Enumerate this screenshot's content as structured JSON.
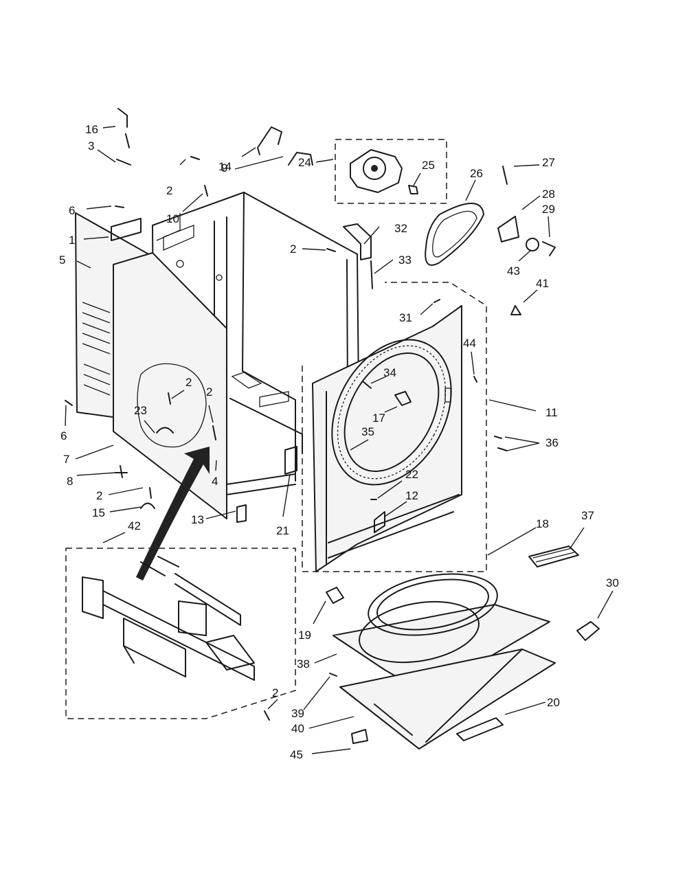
{
  "callouts": [
    {
      "id": "c16",
      "text": "16"
    },
    {
      "id": "c3",
      "text": "3"
    },
    {
      "id": "c14",
      "text": "14"
    },
    {
      "id": "c9",
      "text": "9"
    },
    {
      "id": "c24",
      "text": "24"
    },
    {
      "id": "c25",
      "text": "25"
    },
    {
      "id": "c26",
      "text": "26"
    },
    {
      "id": "c27",
      "text": "27"
    },
    {
      "id": "c28",
      "text": "28"
    },
    {
      "id": "c29",
      "text": "29"
    },
    {
      "id": "c43",
      "text": "43"
    },
    {
      "id": "c41",
      "text": "41"
    },
    {
      "id": "c2a",
      "text": "2"
    },
    {
      "id": "c10",
      "text": "10"
    },
    {
      "id": "c6a",
      "text": "6"
    },
    {
      "id": "c1",
      "text": "1"
    },
    {
      "id": "c5",
      "text": "5"
    },
    {
      "id": "c2b",
      "text": "2"
    },
    {
      "id": "c32",
      "text": "32"
    },
    {
      "id": "c33",
      "text": "33"
    },
    {
      "id": "c31",
      "text": "31"
    },
    {
      "id": "c44",
      "text": "44"
    },
    {
      "id": "c11",
      "text": "11"
    },
    {
      "id": "c34",
      "text": "34"
    },
    {
      "id": "c17",
      "text": "17"
    },
    {
      "id": "c35",
      "text": "35"
    },
    {
      "id": "c36",
      "text": "36"
    },
    {
      "id": "c22",
      "text": "22"
    },
    {
      "id": "c12",
      "text": "12"
    },
    {
      "id": "c23",
      "text": "23"
    },
    {
      "id": "c2c",
      "text": "2"
    },
    {
      "id": "c2d",
      "text": "2"
    },
    {
      "id": "c6b",
      "text": "6"
    },
    {
      "id": "c7",
      "text": "7"
    },
    {
      "id": "c4",
      "text": "4"
    },
    {
      "id": "c8",
      "text": "8"
    },
    {
      "id": "c2e",
      "text": "2"
    },
    {
      "id": "c15",
      "text": "15"
    },
    {
      "id": "c13",
      "text": "13"
    },
    {
      "id": "c21",
      "text": "21"
    },
    {
      "id": "c42",
      "text": "42"
    },
    {
      "id": "c18",
      "text": "18"
    },
    {
      "id": "c37",
      "text": "37"
    },
    {
      "id": "c30",
      "text": "30"
    },
    {
      "id": "c19",
      "text": "19"
    },
    {
      "id": "c38",
      "text": "38"
    },
    {
      "id": "c2f",
      "text": "2"
    },
    {
      "id": "c39",
      "text": "39"
    },
    {
      "id": "c40",
      "text": "40"
    },
    {
      "id": "c20",
      "text": "20"
    },
    {
      "id": "c45",
      "text": "45"
    }
  ]
}
